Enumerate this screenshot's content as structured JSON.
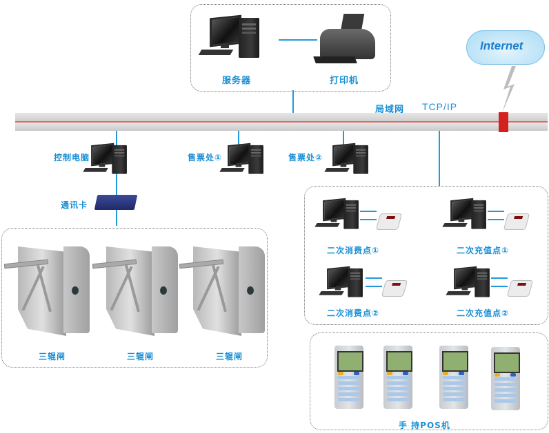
{
  "title": "Ticketing and access control network topology",
  "network": {
    "lan_label": "局域网",
    "protocol_label": "TCP/IP"
  },
  "internet": {
    "label": "Internet",
    "icon": "cloud-icon",
    "link_icon": "lightning-bolt-icon",
    "firewall_icon": "red-block-icon"
  },
  "server_group": {
    "server_label": "服务器",
    "printer_label": "打印机"
  },
  "control": {
    "pc_label": "控制电脑",
    "comm_card_label": "通讯卡"
  },
  "ticket_offices": [
    {
      "label": "售票处①"
    },
    {
      "label": "售票处②"
    }
  ],
  "turnstiles": {
    "items": [
      {
        "label": "三辊闸"
      },
      {
        "label": "三辊闸"
      },
      {
        "label": "三辊闸"
      }
    ]
  },
  "secondary_points": [
    {
      "label": "二次消费点①"
    },
    {
      "label": "二次充值点①"
    },
    {
      "label": "二次消费点②"
    },
    {
      "label": "二次充值点②"
    }
  ],
  "pos_group": {
    "label": "手 持POS机",
    "count": 4
  },
  "colors": {
    "accent": "#1a8fd6",
    "wire": "#1f9ae0",
    "bus_line": "#e06a6a",
    "firewall": "#d42020"
  }
}
